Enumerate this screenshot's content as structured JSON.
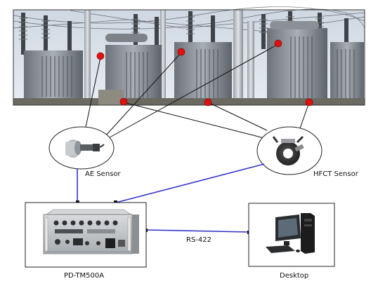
{
  "diagram": {
    "labels": {
      "ae_sensor": "AE Sensor",
      "hfct_sensor": "HFCT Sensor",
      "device": "PD-TM500A",
      "link": "RS-422",
      "desktop": "Desktop"
    },
    "colors": {
      "sensor_link": "#3333cc",
      "lines": "#111111",
      "marker": "#e01010"
    },
    "icons": {
      "photo": "substation-transformer-photo",
      "ae": "ae-sensor-icon",
      "hfct": "hfct-sensor-icon",
      "device": "pd-tm500a-unit-icon",
      "desktop": "desktop-computer-icon"
    }
  }
}
